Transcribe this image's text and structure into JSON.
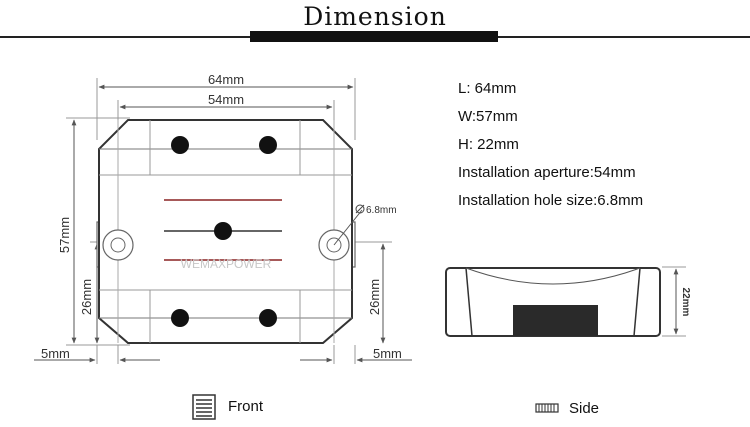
{
  "title": "Dimension",
  "front_view": {
    "width_label": "64mm",
    "aperture_label": "54mm",
    "height_label": "57mm",
    "left_offset_label": "26mm",
    "right_offset_label": "26mm",
    "left_margin_label": "5mm",
    "right_margin_label": "5mm",
    "hole_label": "6.8mm",
    "brand_watermark": "WEMAXPOWER"
  },
  "side_view": {
    "height_label": "22mm"
  },
  "specs": [
    "L: 64mm",
    "W:57mm",
    "H: 22mm",
    "Installation aperture:54mm",
    "Installation hole size:6.8mm"
  ],
  "legend": {
    "front_label": "Front",
    "front_icon": "front-view-icon",
    "side_label": "Side",
    "side_icon": "side-view-icon"
  }
}
